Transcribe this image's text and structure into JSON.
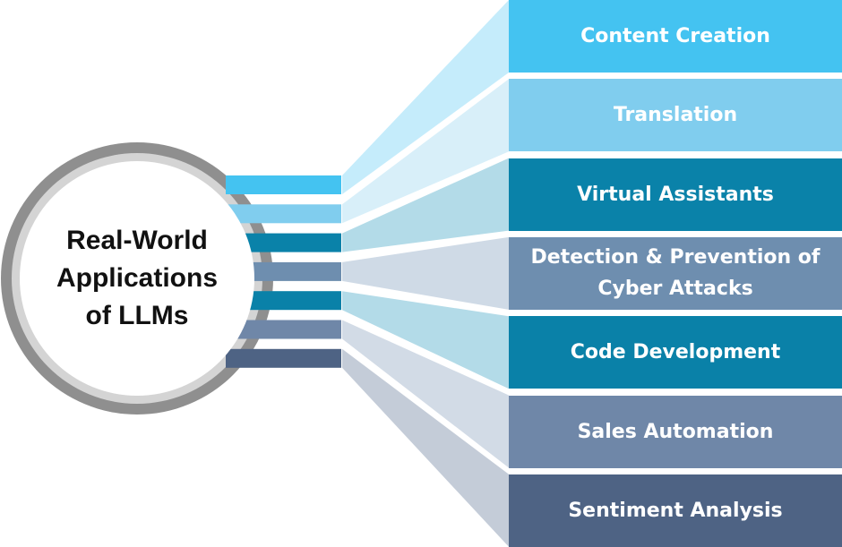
{
  "center": {
    "lines": [
      "Real-World",
      "Applications",
      "of LLMs"
    ]
  },
  "items": [
    {
      "lines": [
        "Content Creation"
      ],
      "color": "#44c3f1",
      "fan_color": "#c5ecfb"
    },
    {
      "lines": [
        "Translation"
      ],
      "color": "#80cdee",
      "fan_color": "#d8eff9"
    },
    {
      "lines": [
        "Virtual Assistants"
      ],
      "color": "#0a82a9",
      "fan_color": "#b3dbe8"
    },
    {
      "lines": [
        "Detection & Prevention of",
        "Cyber Attacks"
      ],
      "color": "#6e8eaf",
      "fan_color": "#cfdae6"
    },
    {
      "lines": [
        "Code Development"
      ],
      "color": "#0a81a8",
      "fan_color": "#b3dbe8"
    },
    {
      "lines": [
        "Sales Automation"
      ],
      "color": "#6f87a8",
      "fan_color": "#d2dbe6"
    },
    {
      "lines": [
        "Sentiment Analysis"
      ],
      "color": "#4e6384",
      "fan_color": "#c4ccd8"
    }
  ],
  "colors": {
    "ring_outer": "#8f8f8f",
    "ring_inner": "#d4d4d4"
  }
}
